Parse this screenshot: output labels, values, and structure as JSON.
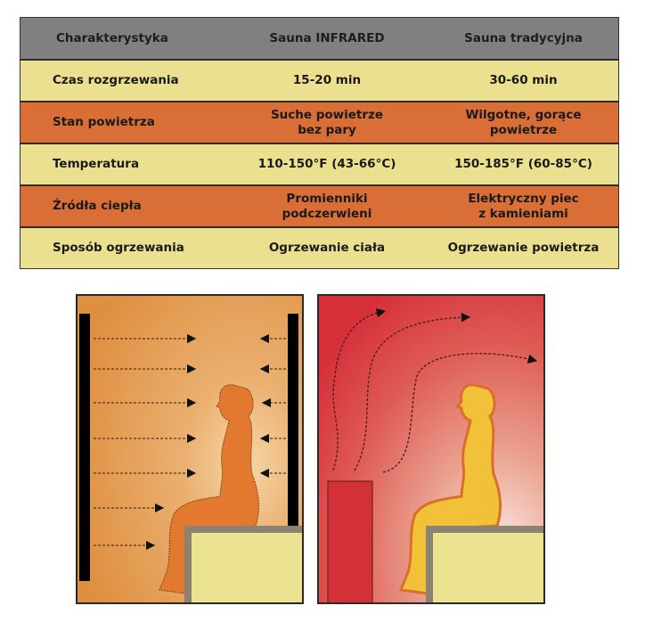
{
  "table": {
    "headers": [
      "Charakterystyka",
      "Sauna INFRARED",
      "Sauna tradycyjna"
    ],
    "rows": [
      {
        "label": "Czas rozgrzewania",
        "infrared": "15-20 min",
        "traditional": "30-60 min"
      },
      {
        "label": "Stan powietrza",
        "infrared": "Suche powietrze\nbez pary",
        "traditional": "Wilgotne, gorące\npowietrze"
      },
      {
        "label": "Temperatura",
        "infrared": "110-150°F (43-66°C)",
        "traditional": "150-185°F (60-85°C)"
      },
      {
        "label": "Źródła ciepła",
        "infrared": "Promienniki\npodczerwieni",
        "traditional": "Elektryczny piec\nz kamieniami"
      },
      {
        "label": "Sposób ogrzewania",
        "infrared": "Ogrzewanie ciała",
        "traditional": "Ogrzewanie powietrza"
      }
    ]
  },
  "colors": {
    "header": "#808080",
    "row_light": "#ebe08f",
    "row_dark": "#d96f36",
    "infrared_bg": "#e29a4f",
    "traditional_bg": "#d8353a",
    "bench": "#ebe390"
  }
}
